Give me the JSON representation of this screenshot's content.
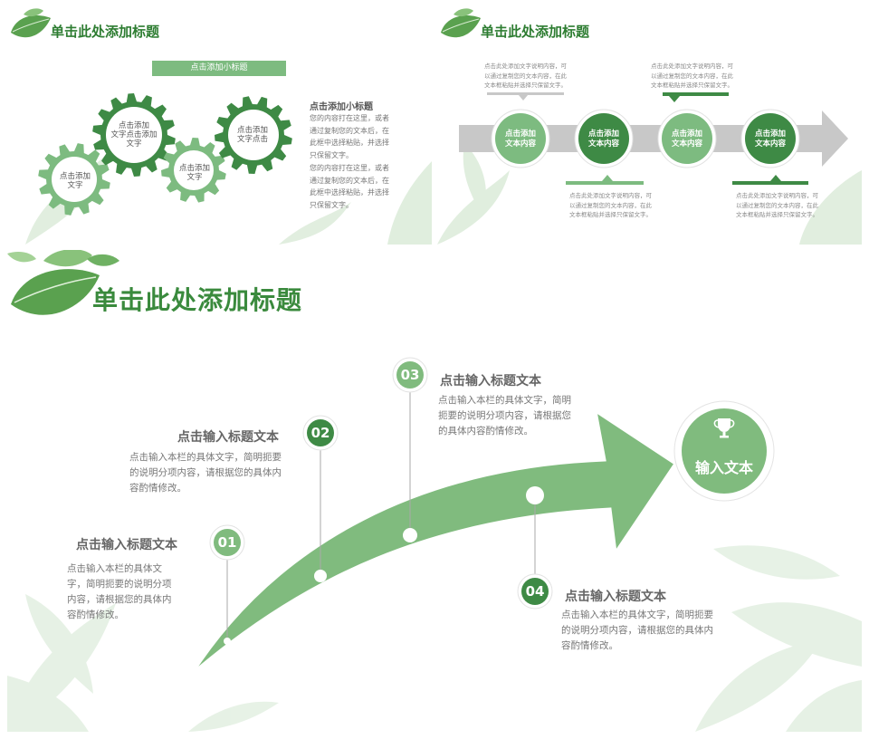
{
  "slide1": {
    "title": "单击此处添加标题",
    "subtitle_bar": "点击添加小标题",
    "gears": [
      {
        "lines": [
          "点击添加",
          "文字"
        ]
      },
      {
        "lines": [
          "点击添加",
          "文字点击添加",
          "文字"
        ]
      },
      {
        "lines": [
          "点击添加",
          "文字"
        ]
      },
      {
        "lines": [
          "点击添加",
          "文字点击"
        ]
      }
    ],
    "side_heading": "点击添加小标题",
    "side_paragraphs": [
      [
        "您的内容打在这里，或者",
        "通过复制您的文本后，在",
        "此框中选择粘贴，并选择",
        "只保留文字。"
      ],
      [
        "您的内容打在这里，或者",
        "通过复制您的文本后，在",
        "此框中选择粘贴，并选择",
        "只保留文字。"
      ]
    ]
  },
  "slide2": {
    "title": "单击此处添加标题",
    "nodes": [
      {
        "lines": [
          "点击添加",
          "文本内容"
        ]
      },
      {
        "lines": [
          "点击添加",
          "文本内容"
        ]
      },
      {
        "lines": [
          "点击添加",
          "文本内容"
        ]
      },
      {
        "lines": [
          "点击添加",
          "文本内容"
        ]
      }
    ],
    "captions": [
      [
        "点击此处添加文字说明内容，可",
        "以通过复制您的文本内容，在此",
        "文本框粘贴并选择只保留文字。"
      ],
      [
        "点击此处添加文字说明内容，可",
        "以通过复制您的文本内容，在此",
        "文本框粘贴并选择只保留文字。"
      ],
      [
        "点击此处添加文字说明内容，可",
        "以通过复制您的文本内容，在此",
        "文本框粘贴并选择只保留文字。"
      ],
      [
        "点击此处添加文字说明内容，可",
        "以通过复制您的文本内容，在此",
        "文本框粘贴并选择只保留文字。"
      ]
    ],
    "colors": {
      "light": "#7dbb80",
      "dark": "#3e8a45",
      "band": "#c8c8c8"
    }
  },
  "slide3": {
    "title": "单击此处添加标题",
    "steps": [
      {
        "num": "01",
        "title": "点击输入标题文本",
        "lines": [
          "点击输入本栏的具体文",
          "字，简明扼要的说明分项",
          "内容，请根据您的具体内",
          "容酌情修改。"
        ]
      },
      {
        "num": "02",
        "title": "点击输入标题文本",
        "lines": [
          "点击输入本栏的具体文字，简明扼要",
          "的说明分项内容，请根据您的具体内",
          "容酌情修改。"
        ]
      },
      {
        "num": "03",
        "title": "点击输入标题文本",
        "lines": [
          "点击输入本栏的具体文字，简明",
          "扼要的说明分项内容，请根据您",
          "的具体内容酌情修改。"
        ]
      },
      {
        "num": "04",
        "title": "点击输入标题文本",
        "lines": [
          "点击输入本栏的具体文字，简明扼要",
          "的说明分项内容，请根据您的具体内",
          "容酌情修改。"
        ]
      }
    ],
    "final_label": "输入文本",
    "trophy_icon": "trophy-icon",
    "colors": {
      "arrow": "#80bb7e",
      "dark": "#3e8a45",
      "light": "#80bb7e"
    }
  }
}
